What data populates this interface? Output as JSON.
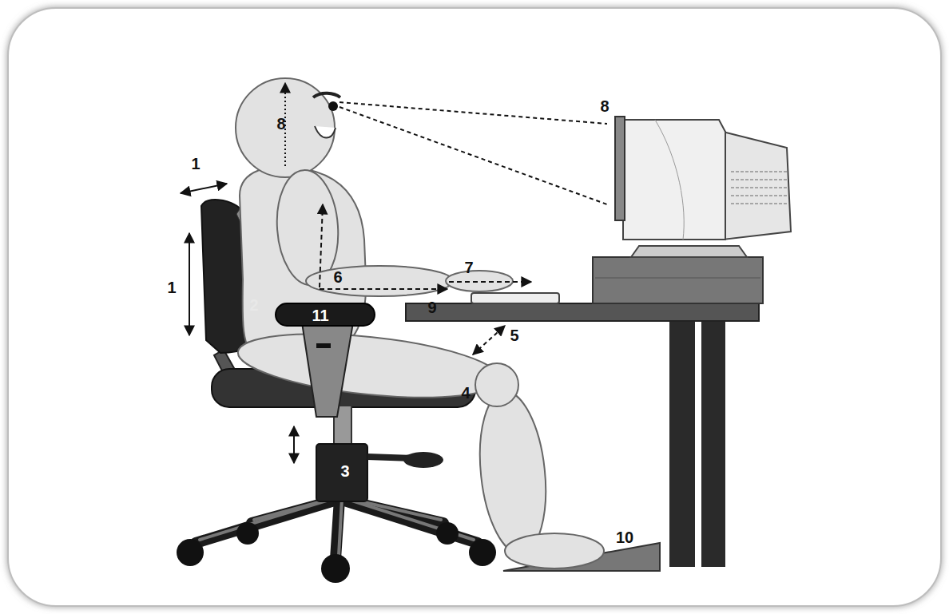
{
  "diagram": {
    "labels": [
      "8",
      "8",
      "1",
      "7",
      "6",
      "1",
      "2",
      "9",
      "11",
      "5",
      "4",
      "3",
      "10"
    ]
  }
}
